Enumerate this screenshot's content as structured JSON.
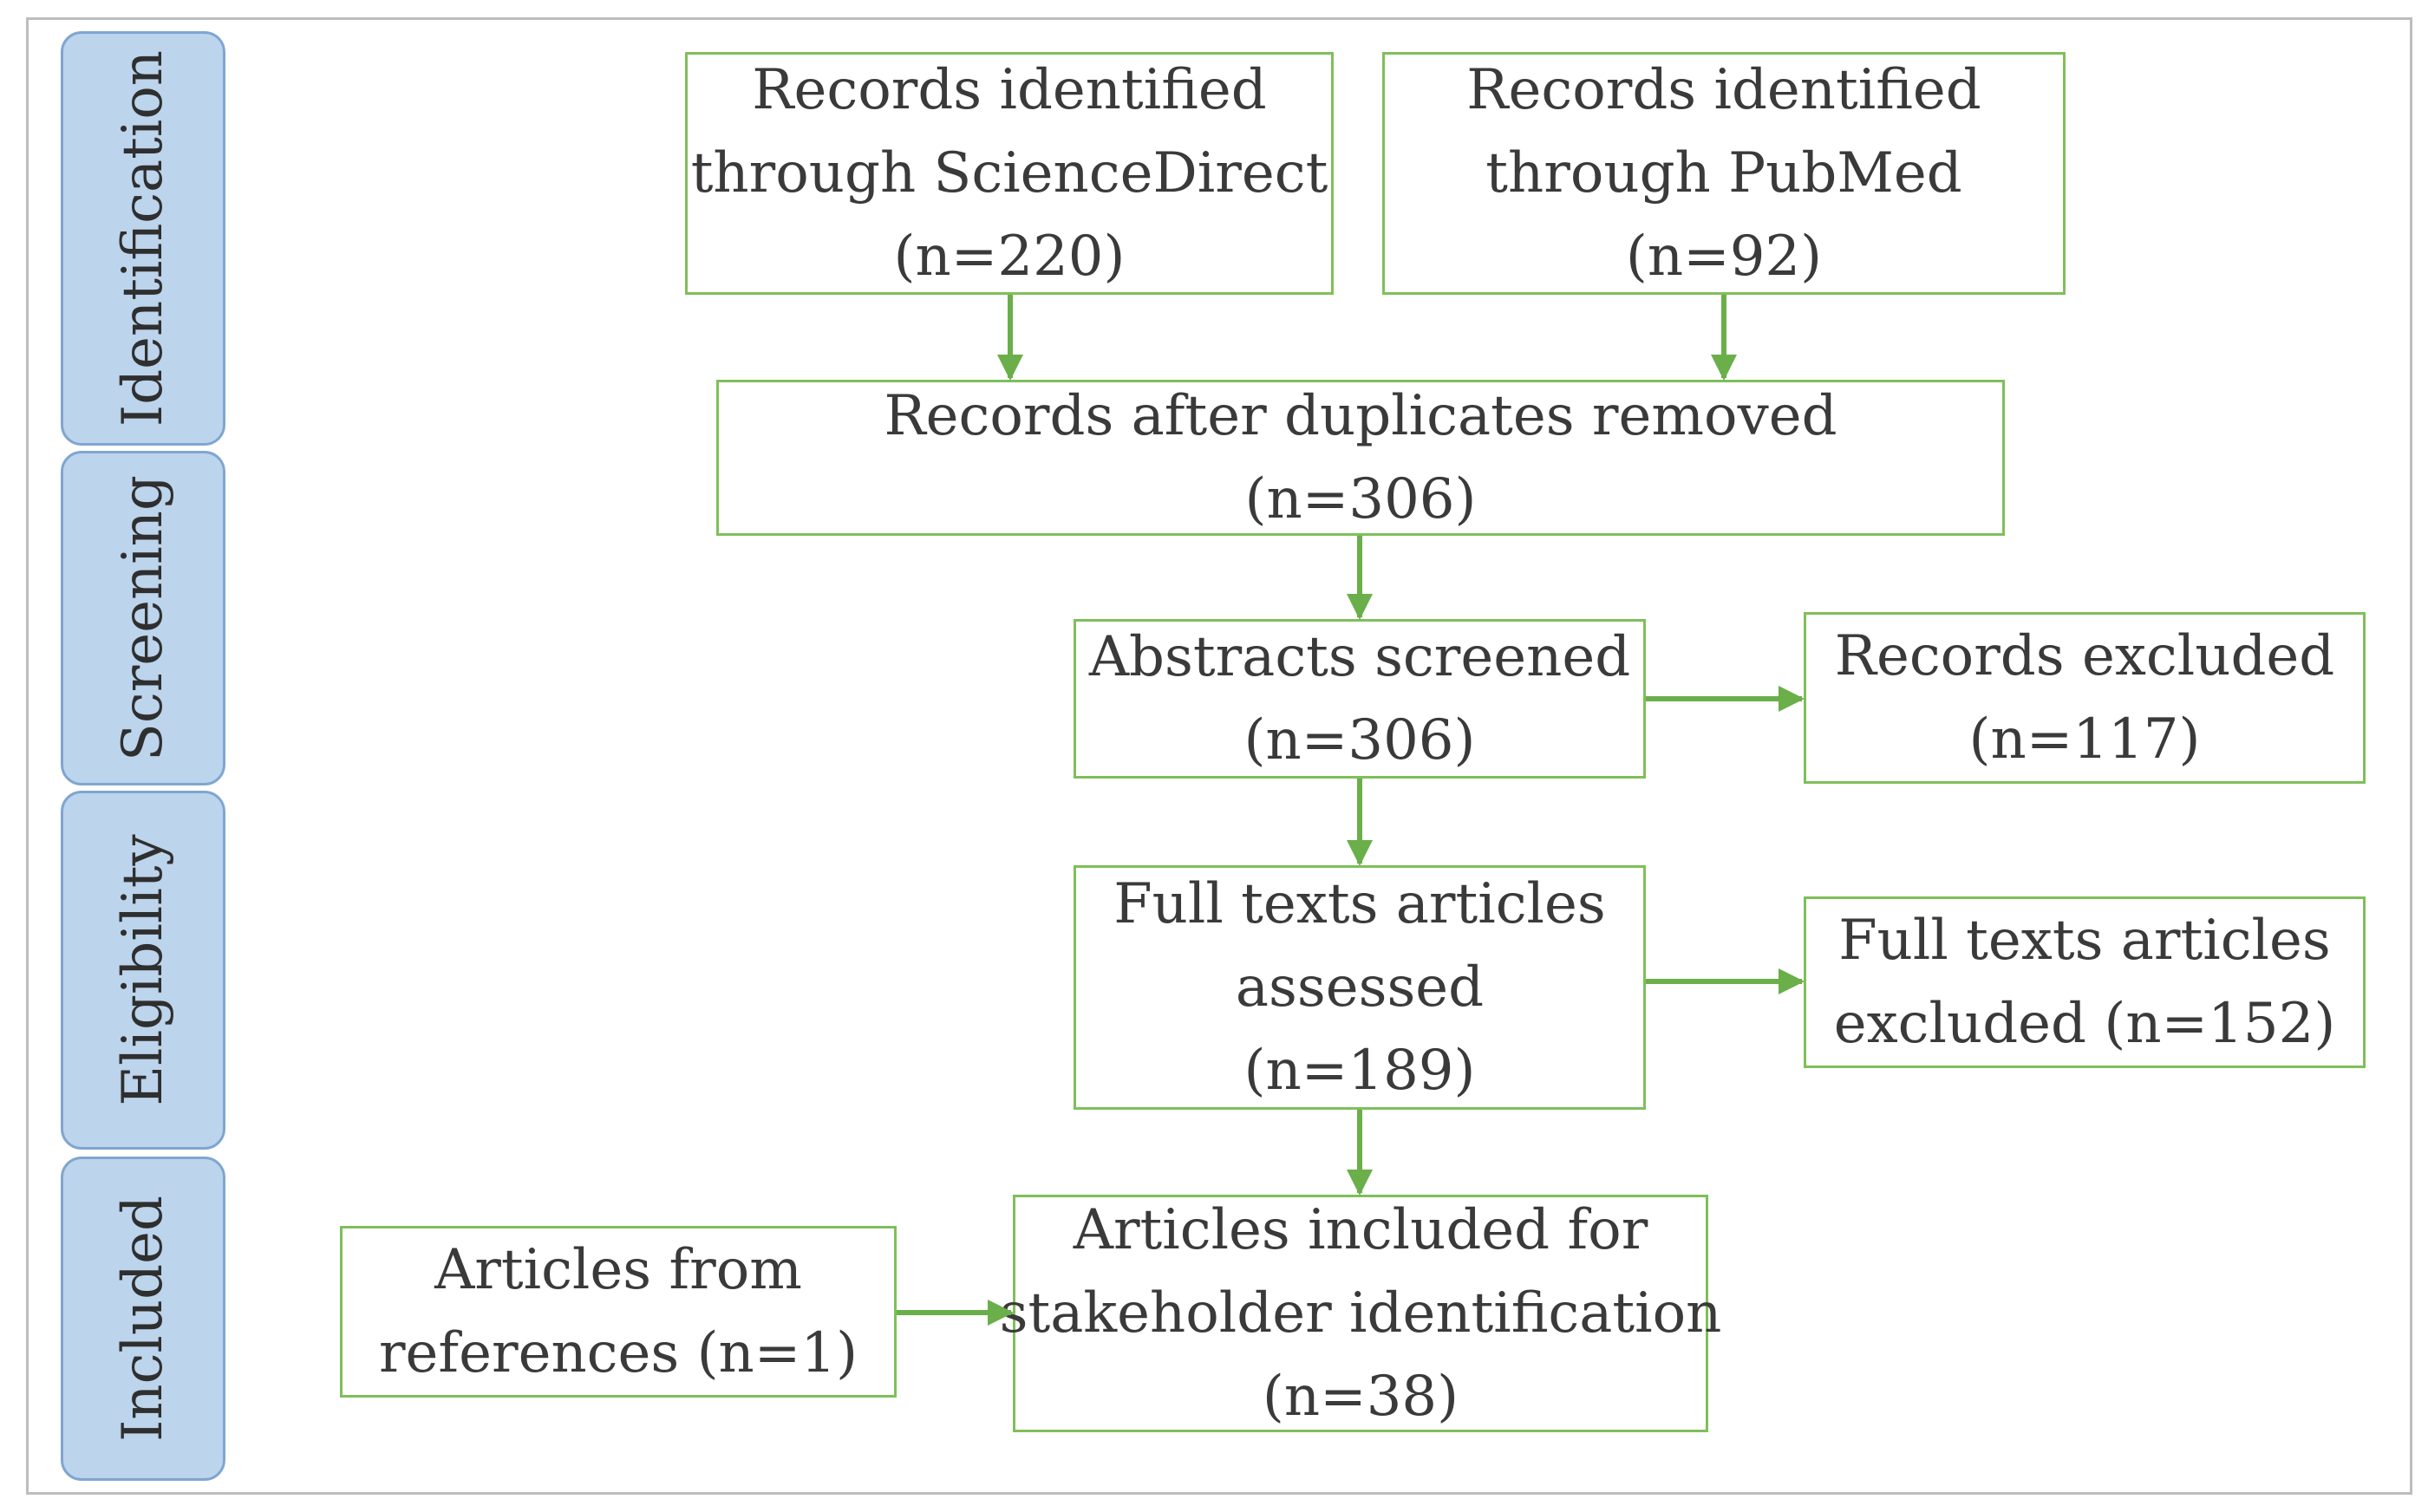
{
  "stages": [
    {
      "id": "identification",
      "label": "Identification"
    },
    {
      "id": "screening",
      "label": "Screening"
    },
    {
      "id": "eligibility",
      "label": "Eligibility"
    },
    {
      "id": "included",
      "label": "Included"
    }
  ],
  "boxes": {
    "sciencedirect": {
      "lines": [
        "Records identified",
        "through ScienceDirect",
        "(n=220)"
      ]
    },
    "pubmed": {
      "lines": [
        "Records identified",
        "through PubMed",
        "(n=92)"
      ]
    },
    "duplicates_removed": {
      "lines": [
        "Records after duplicates removed",
        "(n=306)"
      ]
    },
    "abstracts_screened": {
      "lines": [
        "Abstracts screened",
        "(n=306)"
      ]
    },
    "records_excluded": {
      "lines": [
        "Records excluded",
        "(n=117)"
      ]
    },
    "fulltext_assessed": {
      "lines": [
        "Full texts articles",
        "assessed",
        "(n=189)"
      ]
    },
    "fulltext_excluded": {
      "lines": [
        "Full texts articles",
        "excluded (n=152)"
      ]
    },
    "from_references": {
      "lines": [
        "Articles from",
        "references (n=1)"
      ]
    },
    "included": {
      "lines": [
        "Articles included for",
        "stakeholder identification",
        "(n=38)"
      ]
    }
  },
  "colors": {
    "arrow": "#6aaf4a",
    "box_border": "#7fbf5a",
    "stage_fill": "#bcd4ec",
    "stage_border": "#7fa6d0"
  }
}
